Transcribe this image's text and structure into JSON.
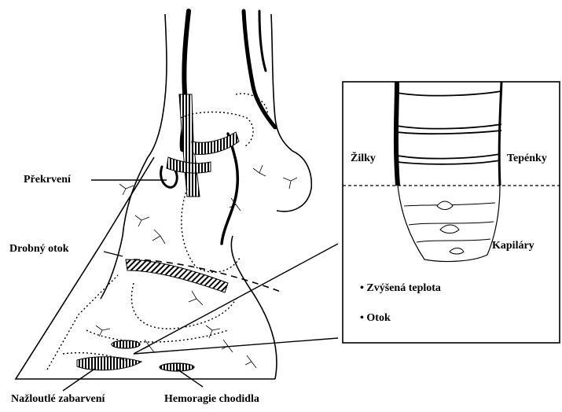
{
  "labels": {
    "hyperemia": "Překrvení",
    "small_swelling": "Drobný otok",
    "yellowish_discoloration": "Nažloutlé zabarvení",
    "sole_hemorrhage": "Hemoragie chodidla",
    "veins": "Žilky",
    "arteries": "Tepénky",
    "capillaries": "Kapiláry"
  },
  "bullets": [
    {
      "symbol": "•",
      "text": "Zvýšená teplota"
    },
    {
      "symbol": "•",
      "text": "Otok"
    }
  ]
}
